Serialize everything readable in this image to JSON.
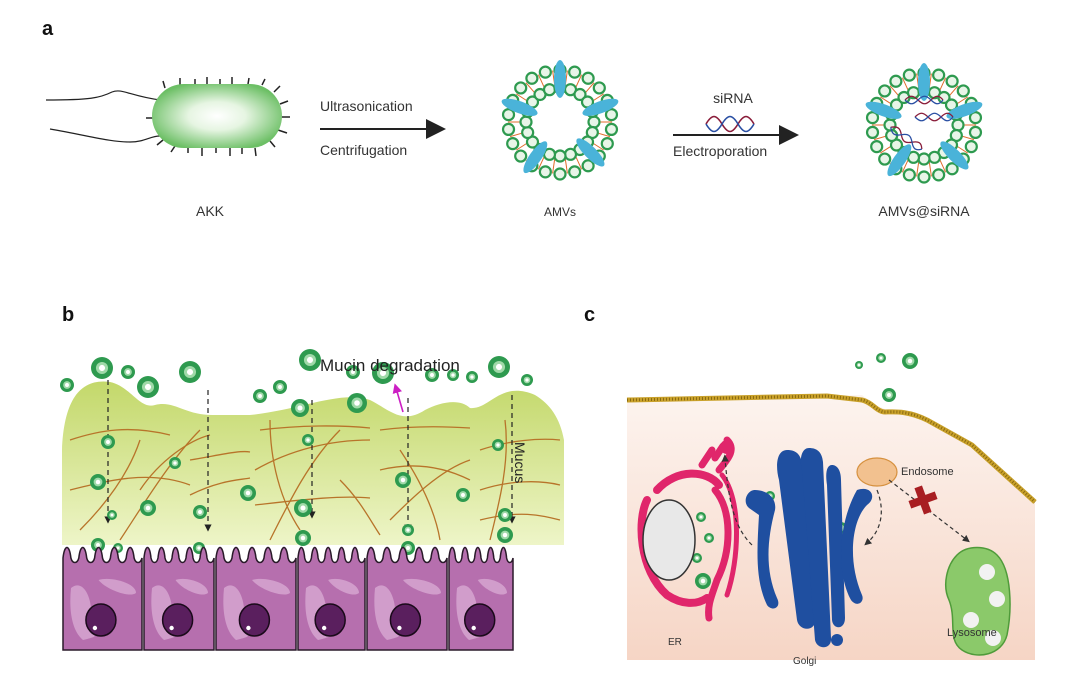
{
  "panels": {
    "a": {
      "label": "a",
      "steps": [
        {
          "name": "AKK"
        },
        {
          "name": "AMVs"
        },
        {
          "name": "AMVs@siRNA"
        }
      ],
      "arrow1": {
        "top": "Ultrasonication",
        "bottom": "Centrifugation"
      },
      "arrow2": {
        "top": "siRNA",
        "bottom": "Electroporation"
      }
    },
    "b": {
      "label": "b",
      "annotation": "Mucin degradation",
      "side_label": "Mucus",
      "cell_count": 6
    },
    "c": {
      "label": "c",
      "organelles": {
        "endosome": "Endosome",
        "er": "ER",
        "golgi": "Golgi",
        "lysosome": "Lysosome"
      }
    }
  },
  "colors": {
    "vesicle_green": "#2e9a4f",
    "bacterium_green": "#7cc576",
    "protein_blue": "#4ab3d9",
    "mucus_yellow": "#d6e59a",
    "fiber_brown": "#b8742a",
    "cell_purple": "#b66fae",
    "nucleus": "#5a1f5e",
    "er_pink": "#e0266b",
    "golgi_blue": "#1f4fa0",
    "lysosome_green": "#8bc96a",
    "membrane_gold": "#c9a12a",
    "block_red": "#a81e22",
    "magenta_arrow": "#cc1fc4"
  }
}
